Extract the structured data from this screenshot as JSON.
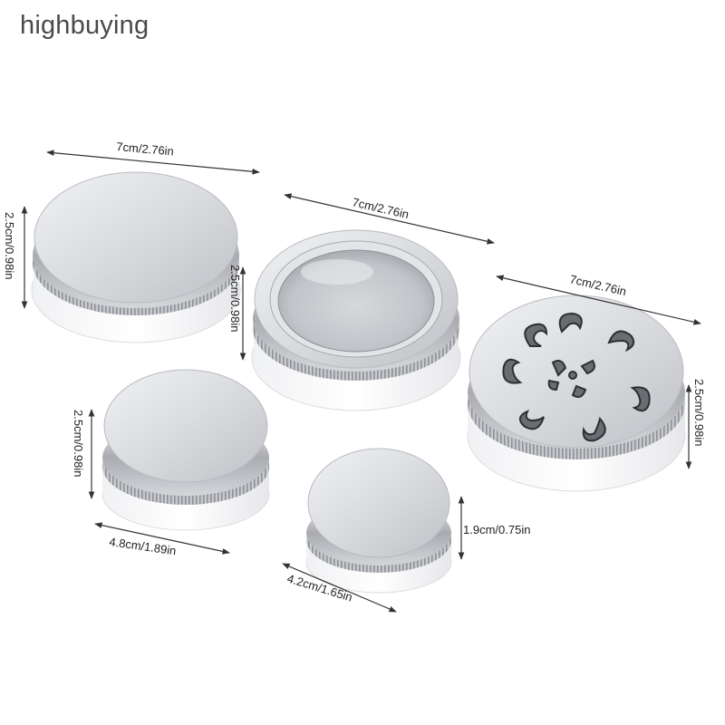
{
  "watermark": "highbuying",
  "accent_colors": {
    "metal_light": "#e8e9ec",
    "metal_mid": "#c9cbd0",
    "metal_dark": "#9a9ca2",
    "arrow": "#333333"
  },
  "products": [
    {
      "name": "solid-lid-tin-large",
      "width_label": "7cm/2.76in",
      "height_label": "2.5cm/0.98in"
    },
    {
      "name": "window-lid-tin-large",
      "width_label": "7cm/2.76in",
      "height_label": "2.5cm/0.98in"
    },
    {
      "name": "flower-cutout-lid-tin-large",
      "width_label": "7cm/2.76in",
      "height_label": "2.5cm/0.98in"
    },
    {
      "name": "solid-lid-tin-medium",
      "width_label": "4.8cm/1.89in",
      "height_label": "2.5cm/0.98in"
    },
    {
      "name": "solid-lid-tin-small",
      "width_label": "4.2cm/1.65in",
      "height_label": "1.9cm/0.75in"
    }
  ]
}
